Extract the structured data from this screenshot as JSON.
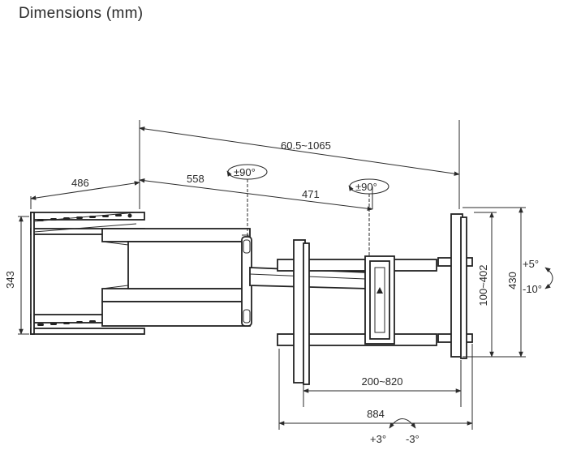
{
  "title": "Dimensions (mm)",
  "dimensions": {
    "wall_plate_depth": "486",
    "wall_plate_height": "343",
    "first_arm": "558",
    "second_arm": "471",
    "extension": "60.5~1065",
    "vesa_vertical": "100~402",
    "bracket_height": "430",
    "vesa_horizontal": "200~820",
    "bracket_width": "884"
  },
  "rotations": {
    "swivel_1": "±90°",
    "swivel_2": "±90°",
    "tilt_up": "+5°",
    "tilt_down": "-10°",
    "level_plus": "+3°",
    "level_minus": "-3°"
  }
}
